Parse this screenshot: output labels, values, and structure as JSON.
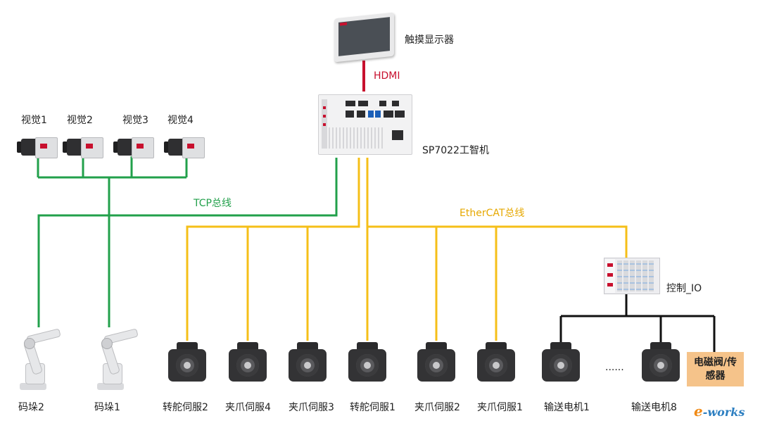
{
  "display": {
    "label": "触摸显示器",
    "hdmi": "HDMI"
  },
  "ipc": {
    "label": "SP7022工智机"
  },
  "buses": {
    "tcp": "TCP总线",
    "ethercat": "EtherCAT总线"
  },
  "cameras": [
    "视觉1",
    "视觉2",
    "视觉3",
    "视觉4"
  ],
  "io": {
    "label": "控制_IO"
  },
  "robots": [
    "码垛2",
    "码垛1"
  ],
  "servos": [
    "转舵伺服2",
    "夹爪伺服4",
    "夹爪伺服3",
    "转舵伺服1",
    "夹爪伺服2",
    "夹爪伺服1"
  ],
  "conveyors": [
    "输送电机1",
    "输送电机8"
  ],
  "ellipsis": "......",
  "valve": {
    "label": "电磁阀/传感器"
  },
  "logo": {
    "e": "e",
    "rest": "-works"
  },
  "colors": {
    "tcp": "#22a04b",
    "ethercat": "#f5bf18",
    "hdmi": "#c8102e",
    "io_bus": "#111111",
    "valve_bg": "#f5c38a"
  }
}
